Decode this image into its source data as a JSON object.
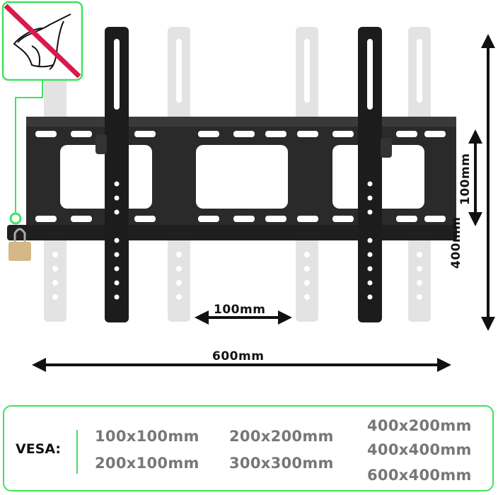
{
  "dimensions": {
    "width_label": "600mm",
    "spacing_label": "100mm",
    "height_label": "400mm",
    "inner_height_label": "100mm"
  },
  "warning_icon": "no-touch-hand-icon",
  "lock_icon": "padlock-icon",
  "colors": {
    "accent": "#3de45a",
    "prohibit": "#d81b4a",
    "bracket": "#222222",
    "ghost": "#e2e2e2"
  },
  "vesa": {
    "title": "VESA:",
    "sizes": [
      "100x100mm",
      "200x100mm",
      "200x200mm",
      "300x300mm",
      "400x200mm",
      "400x400mm",
      "600x400mm"
    ]
  }
}
